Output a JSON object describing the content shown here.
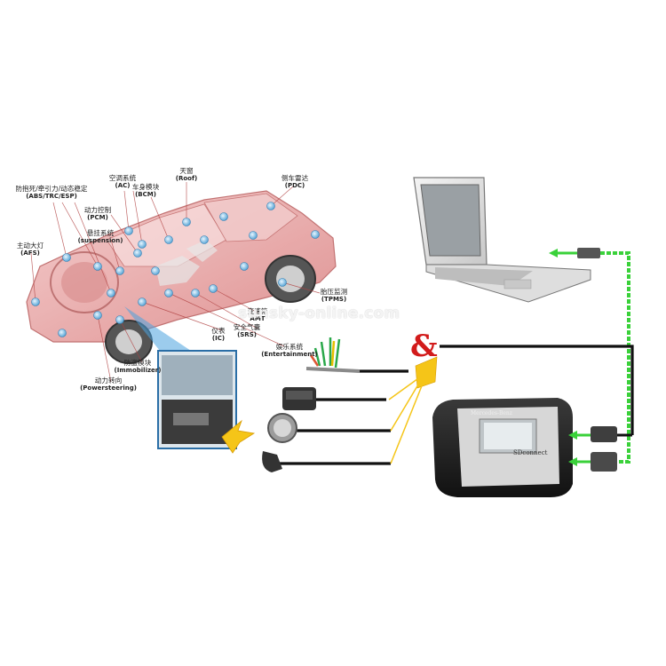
{
  "labels": {
    "abs": {
      "cn": "防抱死/牵引力/动态稳定",
      "en": "(ABS/TRC/ESP)"
    },
    "ac": {
      "cn": "空调系统",
      "en": "(AC)"
    },
    "roof": {
      "cn": "天窗",
      "en": "(Roof)"
    },
    "bcm": {
      "cn": "车身模块",
      "en": "(BCM)"
    },
    "pdc": {
      "cn": "侧车雷达",
      "en": "(PDC)"
    },
    "pcm": {
      "cn": "动力控制",
      "en": "(PCM)"
    },
    "suspension": {
      "cn": "悬挂系统",
      "en": "(suspension)"
    },
    "afs": {
      "cn": "主动大灯",
      "en": "(AFS)"
    },
    "tpms": {
      "cn": "胎压监测",
      "en": "(TPMS)"
    },
    "amt": {
      "cn": "变速箱",
      "en": "AMT"
    },
    "srs": {
      "cn": "安全气囊",
      "en": "(SRS)"
    },
    "ic": {
      "cn": "仪表",
      "en": "(IC)"
    },
    "entertainment": {
      "cn": "娱乐系统",
      "en": "(Entertainment)"
    },
    "immobilizer": {
      "cn": "防盗模块",
      "en": "(Immobilizer)"
    },
    "powersteering": {
      "cn": "动力转向",
      "en": "(Powersteering)"
    }
  },
  "watermark": "sunsky-online.com",
  "connector_symbol": "&",
  "device": {
    "brand": "Mercedes-Benz",
    "model": "SDconnect"
  },
  "colors": {
    "car_body": "#e9a2a2",
    "node": "#7ab8e0",
    "cable_green": "#3ad13a",
    "arrow_yellow": "#f5c518",
    "ampersand": "#d21b1b"
  }
}
